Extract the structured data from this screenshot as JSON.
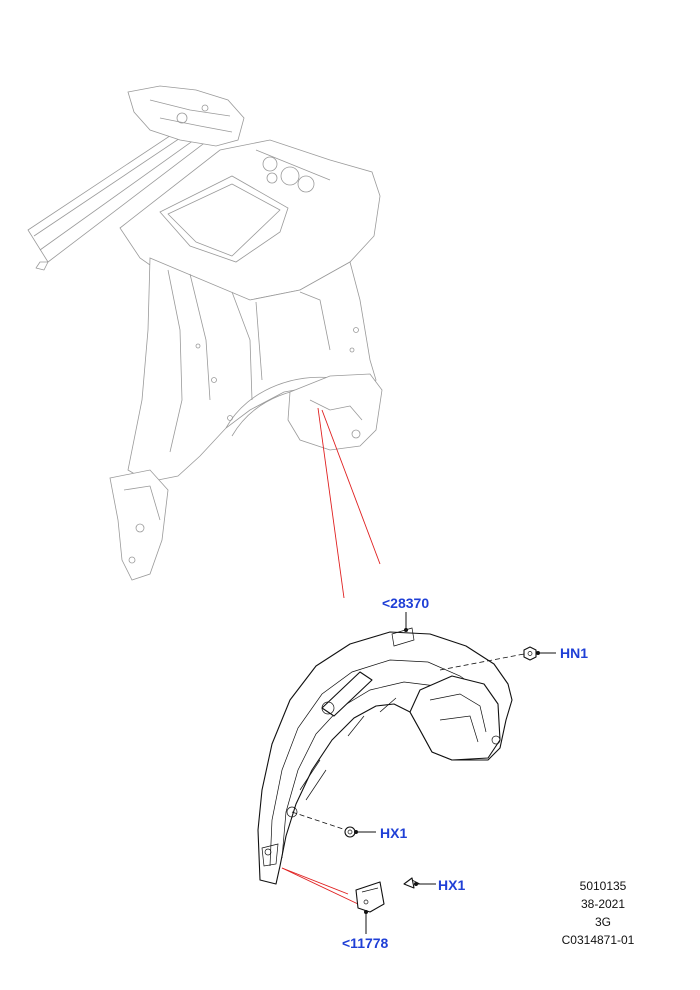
{
  "diagram": {
    "callouts": {
      "liner": "<28370",
      "nut_top": "HN1",
      "screw_mid": "HX1",
      "screw_low": "HX1",
      "flap": "<11778"
    },
    "reference": {
      "line1": "5010135",
      "line2": "38-2021",
      "line3": "3G",
      "line4": "C0314871-01"
    },
    "colors": {
      "callout_text": "#1f3fd6",
      "reference_lines": "#e02020",
      "body_outline": "#9a9a9a",
      "part_outline": "#111111"
    },
    "icons": [
      "body-shell-illustration",
      "wheelarch-liner-illustration",
      "mud-flap-illustration",
      "nut-icon",
      "screw-icon"
    ]
  }
}
